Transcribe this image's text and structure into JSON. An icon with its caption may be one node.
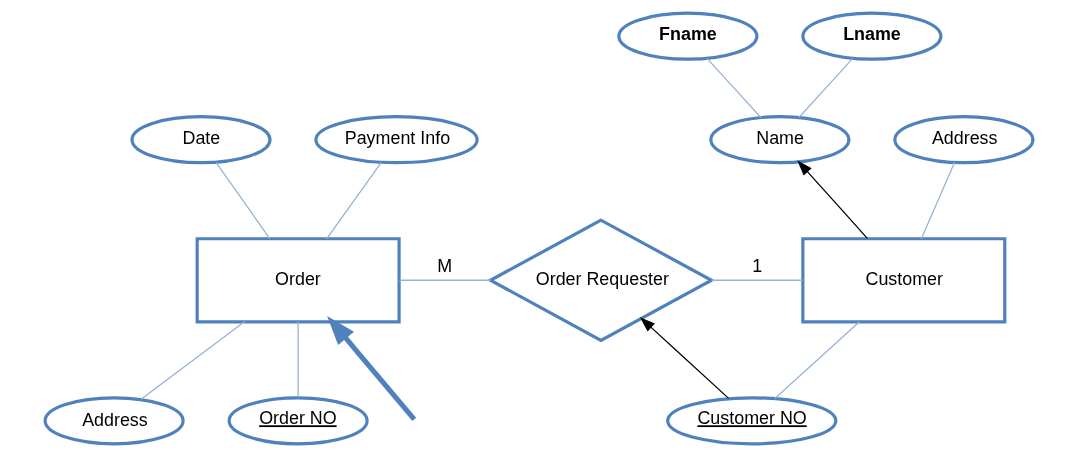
{
  "diagram": {
    "nodes": [
      {
        "text": [
          "Date"
        ]
      },
      {
        "text": [
          "Payment Info"
        ]
      },
      {
        "text": [
          "Fname"
        ]
      },
      {
        "text": [
          "Lname"
        ]
      },
      {
        "text": [
          "Name"
        ]
      },
      {
        "text": [
          "Address"
        ]
      },
      {
        "text": [
          "Order"
        ]
      },
      {
        "text": [
          "Order Requester"
        ]
      },
      {
        "text": [
          "Customer"
        ]
      },
      {
        "text": [
          "Address"
        ]
      },
      {
        "text": [
          "Order NO"
        ]
      },
      {
        "text": [
          "Customer NO"
        ]
      }
    ],
    "edges": [
      {
        "from": 0,
        "to": 6,
        "arrow": "none"
      },
      {
        "from": 1,
        "to": 6,
        "arrow": "none"
      },
      {
        "from": 2,
        "to": 4,
        "arrow": "none"
      },
      {
        "from": 3,
        "to": 4,
        "arrow": "none"
      },
      {
        "from": 8,
        "to": 4,
        "arrow": "to",
        "color": "#000000"
      },
      {
        "from": 5,
        "to": 8,
        "arrow": "none"
      },
      {
        "from": 6,
        "to": 7,
        "arrow": "none",
        "label": "M"
      },
      {
        "from": 7,
        "to": 8,
        "arrow": "none",
        "label": "1"
      },
      {
        "from": 6,
        "to": 9,
        "arrow": "none"
      },
      {
        "from": 6,
        "to": 10,
        "arrow": "none"
      },
      {
        "from": 8,
        "to": 11,
        "arrow": "none"
      },
      {
        "from": 11,
        "to": 7,
        "arrow": "to",
        "color": "#000000"
      },
      {
        "from": null,
        "to": 6,
        "arrow": "to",
        "style": "thick",
        "color": "#4f81bd"
      }
    ]
  }
}
